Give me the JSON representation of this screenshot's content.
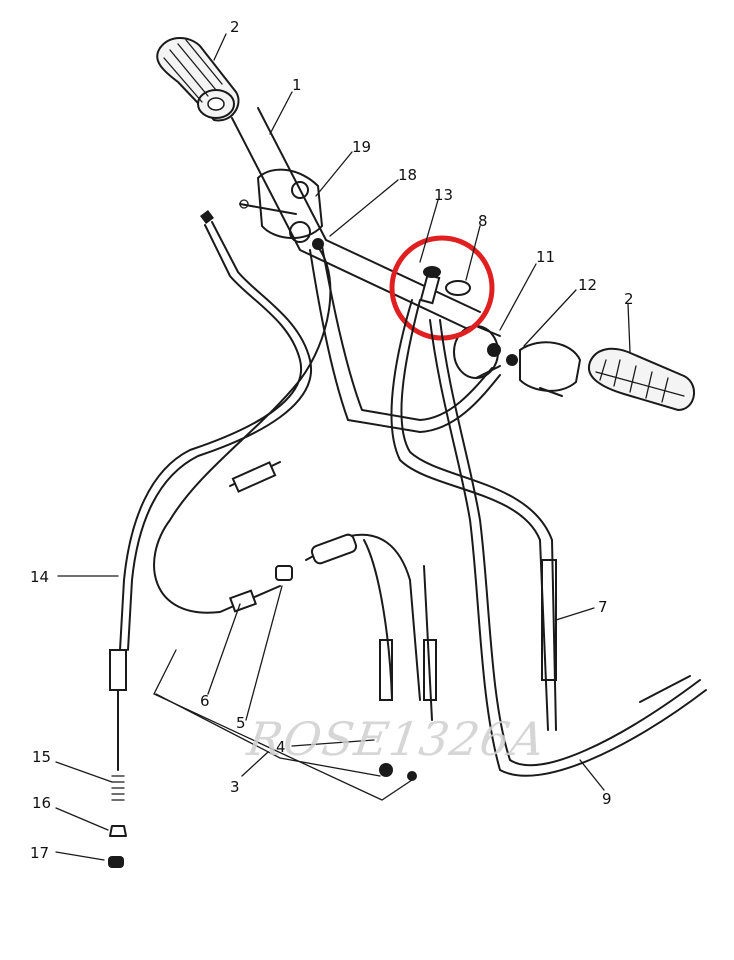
{
  "watermark": "ROSE1326A",
  "highlight": {
    "color": "#e02020",
    "target_part": "8"
  },
  "parts": [
    {
      "id": "p1",
      "number": "1"
    },
    {
      "id": "p2a",
      "number": "2"
    },
    {
      "id": "p2b",
      "number": "2"
    },
    {
      "id": "p3",
      "number": "3"
    },
    {
      "id": "p4",
      "number": "4"
    },
    {
      "id": "p5",
      "number": "5"
    },
    {
      "id": "p6",
      "number": "6"
    },
    {
      "id": "p7",
      "number": "7"
    },
    {
      "id": "p8",
      "number": "8"
    },
    {
      "id": "p9",
      "number": "9"
    },
    {
      "id": "p11",
      "number": "11"
    },
    {
      "id": "p12",
      "number": "12"
    },
    {
      "id": "p13",
      "number": "13"
    },
    {
      "id": "p14",
      "number": "14"
    },
    {
      "id": "p15",
      "number": "15"
    },
    {
      "id": "p16",
      "number": "16"
    },
    {
      "id": "p17",
      "number": "17"
    },
    {
      "id": "p18",
      "number": "18"
    },
    {
      "id": "p19",
      "number": "19"
    }
  ]
}
